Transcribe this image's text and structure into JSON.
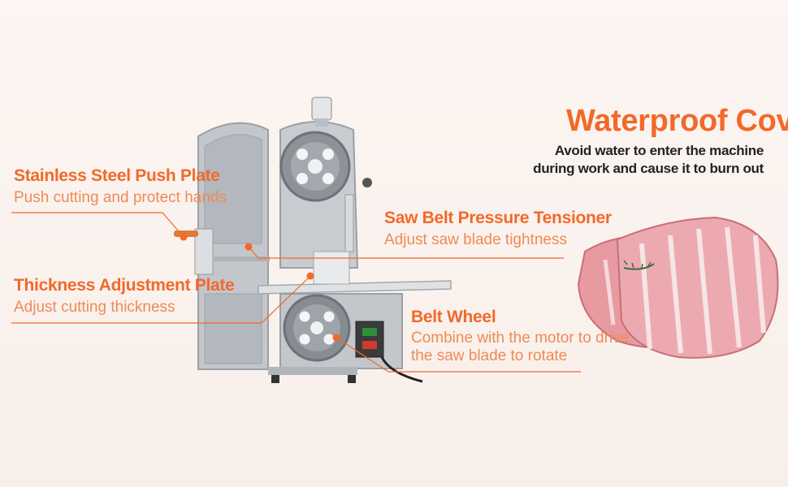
{
  "callouts": {
    "waterproof": {
      "title": "Waterproof Cover",
      "line1": "Avoid water to enter the machine",
      "line2": "during work and cause it to burn out"
    },
    "push_plate": {
      "title": "Stainless Steel Push Plate",
      "desc": "Push cutting and protect hands"
    },
    "thickness": {
      "title": "Thickness Adjustment Plate",
      "desc": "Adjust cutting thickness"
    },
    "tensioner": {
      "title": "Saw Belt Pressure Tensioner",
      "desc": "Adjust saw blade tightness"
    },
    "belt_wheel": {
      "title": "Belt Wheel",
      "desc_line1": "Combine with the motor to drive",
      "desc_line2": "the saw blade to rotate"
    }
  },
  "colors": {
    "accent": "#f2692a",
    "accent_light": "#f08a55",
    "background": "#fbf3ee",
    "machine": "#b9bec4"
  }
}
